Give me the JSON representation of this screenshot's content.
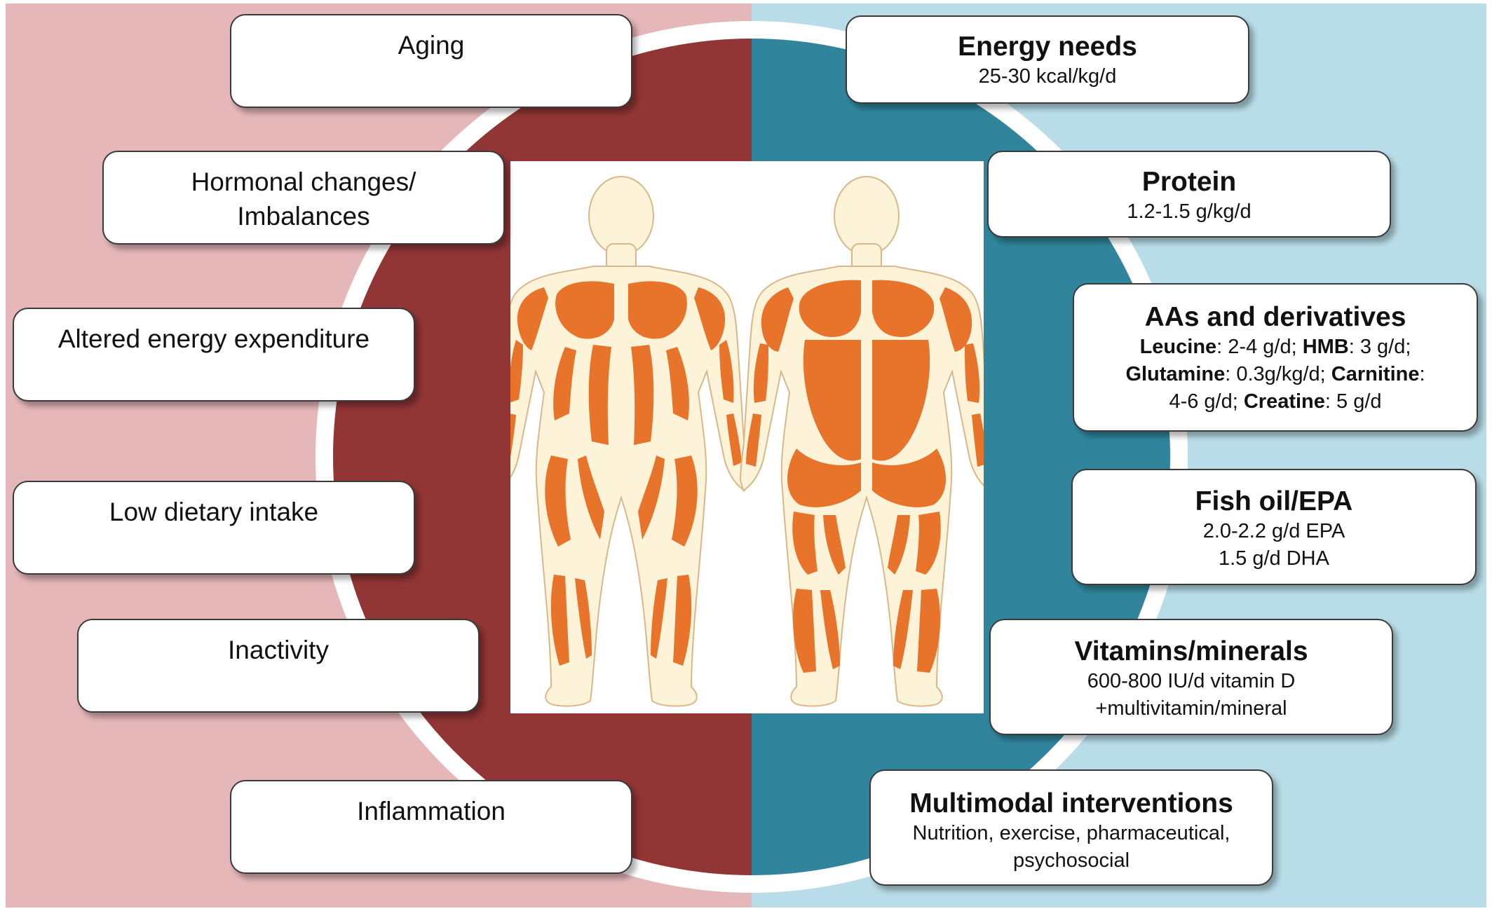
{
  "colors": {
    "left_background": "#e6b7b9",
    "right_background": "#b8dde8",
    "left_circle": "#923535",
    "right_circle": "#30859c",
    "muscle": "#e8732a",
    "skin": "#fcf3d9",
    "box_border": "#3a3a3a"
  },
  "icons": {
    "front_body": "front-body-muscle-icon",
    "back_body": "back-body-muscle-icon"
  },
  "causes": [
    {
      "lines": [
        "Aging"
      ]
    },
    {
      "lines": [
        "Hormonal changes/",
        "Imbalances"
      ]
    },
    {
      "lines": [
        "Altered energy expenditure"
      ]
    },
    {
      "lines": [
        "Low dietary intake"
      ]
    },
    {
      "lines": [
        "Inactivity"
      ]
    },
    {
      "lines": [
        "Inflammation"
      ]
    }
  ],
  "interventions": [
    {
      "title": "Energy needs",
      "details": [
        "25-30 kcal/kg/d"
      ]
    },
    {
      "title": "Protein",
      "details": [
        "1.2-1.5 g/kg/d"
      ]
    },
    {
      "title": "AAs and derivatives",
      "aa_lines": [
        [
          {
            "term": "Leucine",
            "value": ": 2-4 g/d; "
          },
          {
            "term": "HMB",
            "value": ": 3 g/d;"
          }
        ],
        [
          {
            "term": "Glutamine",
            "value": ": 0.3g/kg/d; "
          },
          {
            "term": "Carnitine",
            "value": ":"
          }
        ],
        [
          {
            "term": "",
            "value": "4-6 g/d; "
          },
          {
            "term": "Creatine",
            "value": ": 5 g/d"
          }
        ]
      ]
    },
    {
      "title": "Fish oil/EPA",
      "details": [
        "2.0-2.2 g/d EPA",
        "1.5 g/d DHA"
      ]
    },
    {
      "title": "Vitamins/minerals",
      "details": [
        "600-800 IU/d vitamin D",
        "+multivitamin/mineral"
      ]
    },
    {
      "title": "Multimodal interventions",
      "details": [
        "Nutrition, exercise, pharmaceutical,",
        "psychosocial"
      ]
    }
  ]
}
